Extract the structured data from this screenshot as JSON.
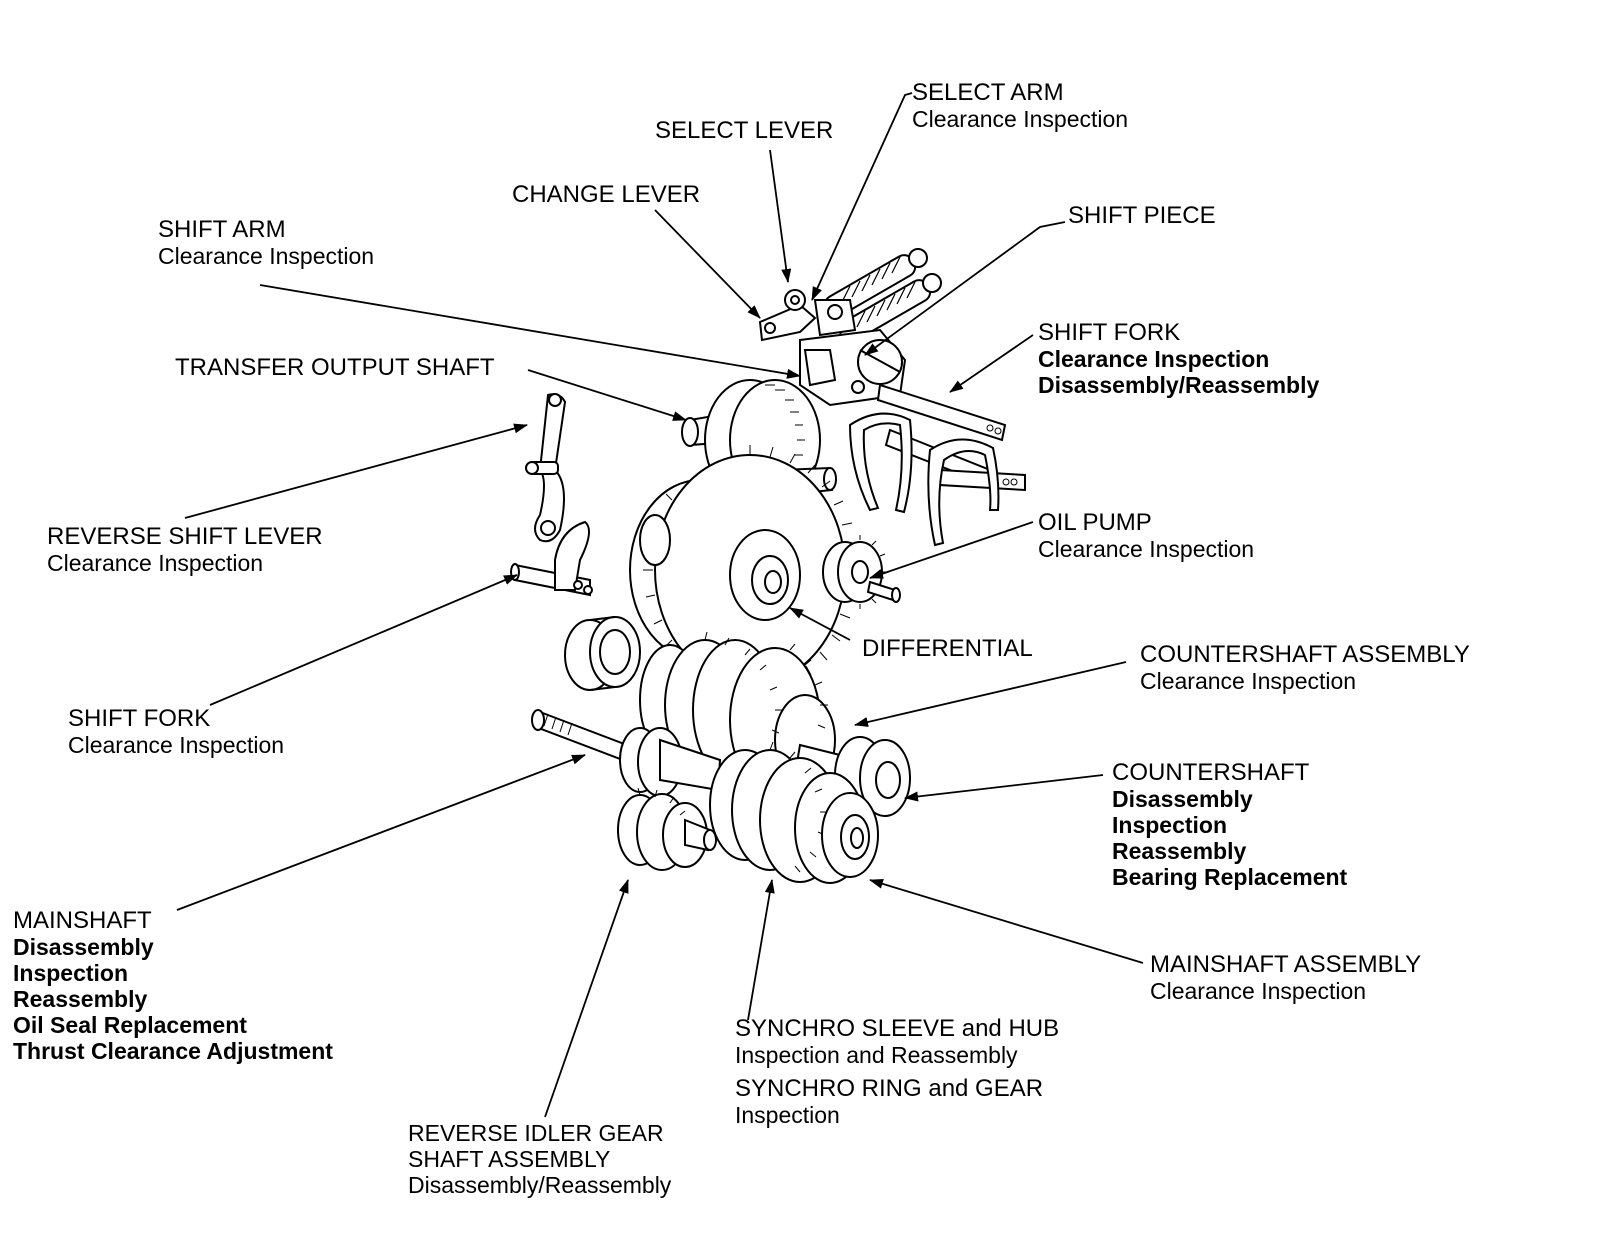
{
  "callouts": {
    "select_arm": {
      "title": "SELECT ARM",
      "sub": [
        "Clearance Inspection"
      ]
    },
    "select_lever": {
      "title": "SELECT LEVER",
      "sub": []
    },
    "change_lever": {
      "title": "CHANGE LEVER",
      "sub": []
    },
    "shift_arm": {
      "title": "SHIFT ARM",
      "sub": [
        "Clearance Inspection"
      ]
    },
    "shift_piece": {
      "title": "SHIFT PIECE",
      "sub": []
    },
    "shift_fork_top": {
      "title": "SHIFT FORK",
      "sub": [
        "Clearance Inspection",
        "Disassembly/Reassembly"
      ]
    },
    "transfer_output_shaft": {
      "title": "TRANSFER OUTPUT SHAFT",
      "sub": []
    },
    "reverse_shift_lever": {
      "title": "REVERSE SHIFT LEVER",
      "sub": [
        "Clearance Inspection"
      ]
    },
    "oil_pump": {
      "title": "OIL PUMP",
      "sub": [
        "Clearance Inspection"
      ]
    },
    "differential": {
      "title": "DIFFERENTIAL",
      "sub": []
    },
    "countershaft_assembly": {
      "title": "COUNTERSHAFT ASSEMBLY",
      "sub": [
        "Clearance Inspection"
      ]
    },
    "shift_fork_left": {
      "title": "SHIFT FORK",
      "sub": [
        "Clearance Inspection"
      ]
    },
    "countershaft": {
      "title": "COUNTERSHAFT",
      "sub": [
        "Disassembly",
        "Inspection",
        "Reassembly",
        "Bearing Replacement"
      ]
    },
    "mainshaft": {
      "title": "MAINSHAFT",
      "sub": [
        "Disassembly",
        "Inspection",
        "Reassembly",
        "Oil Seal Replacement",
        "Thrust Clearance Adjustment"
      ]
    },
    "mainshaft_assembly": {
      "title": "MAINSHAFT ASSEMBLY",
      "sub": [
        "Clearance Inspection"
      ]
    },
    "synchro_sleeve_hub": {
      "title": "SYNCHRO SLEEVE and HUB",
      "sub": [
        "Inspection and Reassembly"
      ]
    },
    "synchro_ring_gear": {
      "title": "SYNCHRO RING and GEAR",
      "sub": [
        "Inspection"
      ]
    },
    "reverse_idler_gear": {
      "title": "REVERSE IDLER GEAR",
      "sub": [
        "SHAFT ASSEMBLY",
        "Disassembly/Reassembly"
      ]
    }
  },
  "colors": {
    "line": "#000000",
    "background": "#ffffff"
  }
}
